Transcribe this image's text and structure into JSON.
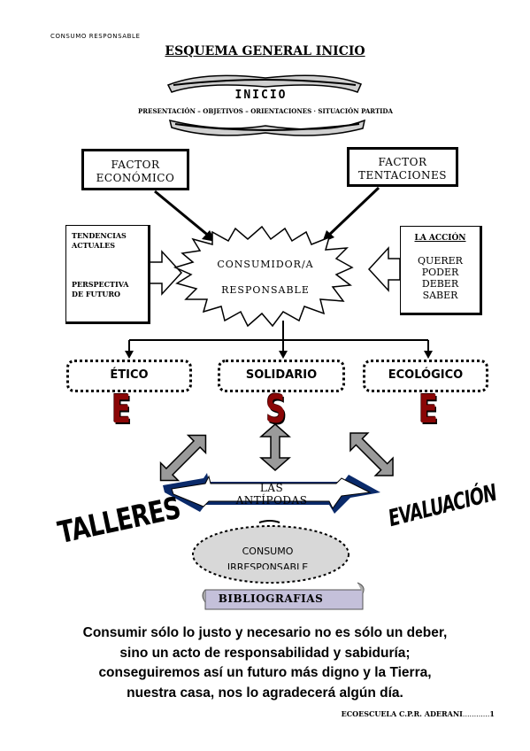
{
  "header": {
    "doc_label": "CONSUMO RESPONSABLE",
    "title": "ESQUEMA GENERAL INICIO"
  },
  "inicio": {
    "title": "INICIO",
    "subtitle": "PRESENTACIÓN – OBJETIVOS – ORIENTACIONES · SITUACIÓN PARTIDA"
  },
  "factors": {
    "left": [
      "FACTOR",
      "ECONÓMICO"
    ],
    "right": [
      "FACTOR",
      "TENTACIONES"
    ]
  },
  "left_box": {
    "line1": "TENDENCIAS",
    "line2": "ACTUALES",
    "line3": "PERSPECTIVA",
    "line4": "DE FUTURO"
  },
  "right_box": {
    "heading": "LA ACCIÓN",
    "items": [
      "QUERER",
      "PODER",
      "DEBER",
      "SABER"
    ]
  },
  "center": {
    "line1": "CONSUMIDOR/A",
    "line2": "RESPONSABLE"
  },
  "values": [
    {
      "label": "ÉTICO",
      "letter": "E"
    },
    {
      "label": "SOLIDARIO",
      "letter": "S"
    },
    {
      "label": "ECOLÓGICO",
      "letter": "E"
    }
  ],
  "antipodas": "LAS ANTÍPODAS",
  "talleres": "TALLERES",
  "evaluacion": "EVALUACIÓN",
  "consumo": {
    "line1": "CONSUMO",
    "line2": "IRRESPONSABLE"
  },
  "bibliografias": "BIBLIOGRAFIAS",
  "quote": [
    "Consumir sólo lo justo y necesario no es sólo un deber,",
    "sino un acto de responsabilidad y sabiduría;",
    "conseguiremos así un futuro más digno y la Tierra,",
    "nuestra casa, nos lo agradecerá algún día."
  ],
  "footer": {
    "school": "ECOESCUELA C.P.R. ADERANI",
    "dots": "............",
    "page": "1"
  }
}
